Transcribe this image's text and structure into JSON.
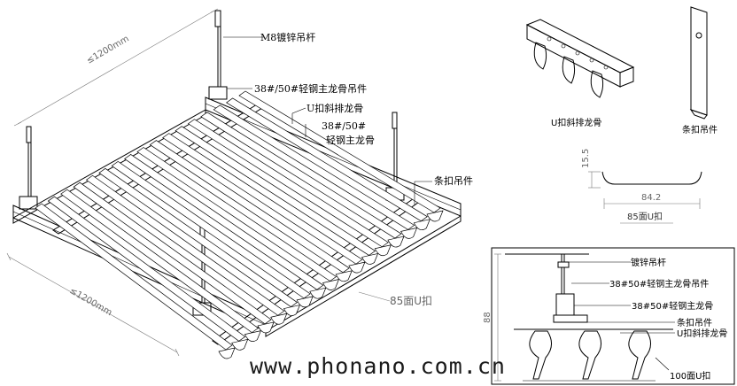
{
  "main_labels": {
    "rod": "M8镀锌吊杆",
    "main_hanger": "38#/50#轻钢主龙骨吊件",
    "u_clip": "U扣斜排龙骨",
    "main_keel_1": "38#/50#",
    "main_keel_2": "轻钢主龙骨",
    "strip_hanger": "条扣吊件",
    "panel": "85面U扣"
  },
  "dimensions": {
    "top": "≤1200mm",
    "bottom": "≤1200mm"
  },
  "parts": {
    "u_clip": "U扣斜排龙骨",
    "strip_hanger": "条扣吊件",
    "profile_height": "15.5",
    "profile_width": "84.2",
    "profile_label": "85面U扣"
  },
  "section": {
    "rod": "镀锌吊杆",
    "main_hanger": "38#50#轻钢主龙骨吊件",
    "main_keel": "38#50#轻钢主龙骨",
    "strip_hanger": "条扣吊件",
    "u_clip": "U扣斜排龙骨",
    "height": "88",
    "panel": "100面U扣"
  },
  "watermark": "www.phonano.com.cn"
}
